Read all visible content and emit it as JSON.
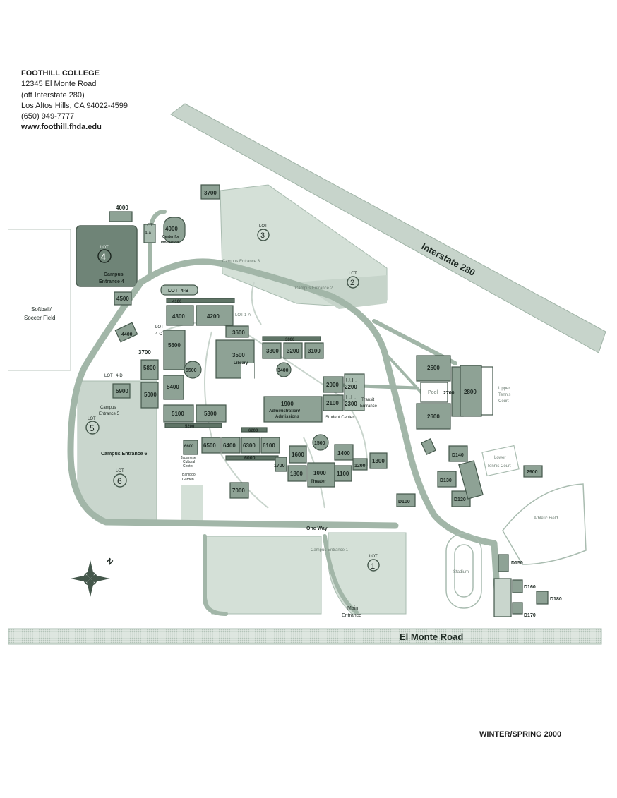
{
  "header": {
    "name": "FOOTHILL COLLEGE",
    "address_1": "12345 El Monte Road",
    "address_2": "(off Interstate 280)",
    "address_3": "Los Altos Hills, CA 94022-4599",
    "phone": "(650) 949-7777",
    "website": "www.foothill.fhda.edu"
  },
  "footer": {
    "edition": "WINTER/SPRING 2000"
  },
  "colors": {
    "building": "#8c9f93",
    "building_dark": "#5f7466",
    "lot": "#cfdcd3",
    "road": "#a9bcb0",
    "ink": "#1f2a24"
  },
  "map": {
    "roads": {
      "interstate": "Interstate 280",
      "el_monte": "El Monte Road",
      "one_way": "One Way"
    },
    "lots": {
      "lot_word": "LOT",
      "lot1": "1",
      "lot2": "2",
      "lot3": "3",
      "lot4": "4",
      "lot5": "5",
      "lot6": "6",
      "lot4a": "4-A",
      "lot4b": "4-B",
      "lot4c": "4-C",
      "lot4d": "4-D",
      "lot1a": "1-A"
    },
    "entrances": {
      "e1": "Campus Entrance 1",
      "e2": "Campus Entrance 2",
      "e3": "Campus Entrance 3",
      "e4a": "Campus",
      "e4b": "Entrance 4",
      "e5a": "Campus",
      "e5b": "Entrance 5",
      "e6": "Campus Entrance 6",
      "main_a": "Main",
      "main_b": "Entrance",
      "transit_a": "Transit",
      "transit_b": "Entrance"
    },
    "buildings": {
      "b3700": "3700",
      "b4000a": "4000",
      "b4000b": "4000",
      "b4000_sub_a": "Center for",
      "b4000_sub_b": "Innovation",
      "b4100": "4100",
      "b4300": "4300",
      "b4200": "4200",
      "b4500": "4500",
      "b4400": "4400",
      "b3600": "3600",
      "b3700b": "3700",
      "b5600": "5600",
      "b3500": "3500",
      "b3500_sub": "Library",
      "b3000": "3000",
      "b3300": "3300",
      "b3200": "3200",
      "b3100": "3100",
      "b3400": "3400",
      "b5500": "5500",
      "b5800": "5800",
      "b5900": "5900",
      "b5000": "5000",
      "b5400": "5400",
      "b2000": "2000",
      "b2100": "2100",
      "ul": "U.L.",
      "b2200": "2200",
      "ll": "L.L.",
      "b2300": "2300",
      "student_center": "Student Center",
      "b1900": "1900",
      "b1900_sub_a": "Administration/",
      "b1900_sub_b": "Admissions",
      "b5100": "5100",
      "b5300": "5300",
      "b5200": "5200",
      "b6200": "6200",
      "b2500": "2500",
      "b2600": "2600",
      "b2700": "2700",
      "b2800": "2800",
      "pool": "Pool",
      "upper_tennis_a": "Upper",
      "upper_tennis_b": "Tennis",
      "upper_tennis_c": "Court",
      "b6600": "6600",
      "b6500": "6500",
      "b6400": "6400",
      "b6300": "6300",
      "b6100": "6100",
      "b6000": "6000",
      "japanese_a": "Japanese",
      "japanese_b": "Cultural",
      "japanese_c": "Center",
      "bamboo_a": "Bamboo",
      "bamboo_b": "Garden",
      "b1500": "1500",
      "b1600": "1600",
      "b1400": "1400",
      "b1300": "1300",
      "b1200": "1200",
      "b1700": "1700",
      "b1800": "1800",
      "b1000": "1000",
      "theater": "Theater",
      "b1100": "1100",
      "b7000": "7000",
      "d100": "D100",
      "d140": "D140",
      "d130": "D130",
      "d120": "D120",
      "lower_tennis_a": "Lower",
      "lower_tennis_b": "Tennis Court",
      "b2900": "2900",
      "athletic_field": "Athletic Field",
      "stadium": "Stadium",
      "d150": "D150",
      "d160": "D160",
      "d170": "D170",
      "d180": "D180",
      "softball_a": "Softball/",
      "softball_b": "Soccer Field"
    },
    "compass": {
      "north": "N"
    }
  }
}
